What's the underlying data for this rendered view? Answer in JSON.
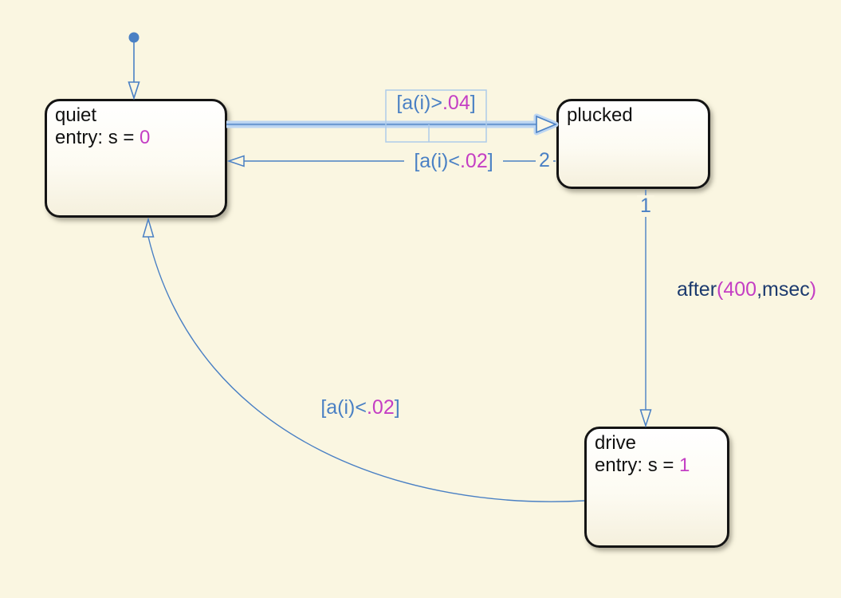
{
  "canvas": {
    "background_color": "#FAF6E1"
  },
  "colors": {
    "transition_blue": "#4A80C4",
    "keyword_navy": "#1C3A6E",
    "literal_magenta": "#C43EC4",
    "selection_highlight": "#BDD6F2",
    "state_border": "#141414",
    "state_fill_top": "#FFFFFF",
    "state_fill_bottom": "#F5F0DD"
  },
  "states": {
    "quiet": {
      "name": "quiet",
      "entry_prefix": "entry: s = ",
      "entry_value": "0"
    },
    "plucked": {
      "name": "plucked"
    },
    "drive": {
      "name": "drive",
      "entry_prefix": "entry: s = ",
      "entry_value": "1"
    }
  },
  "transitions": {
    "default_to_quiet": {
      "from": "initial-point",
      "to": "quiet"
    },
    "quiet_to_plucked": {
      "from": "quiet",
      "to": "plucked",
      "selected": true,
      "segments": [
        {
          "t": "[a(i)>"
        },
        {
          "t": ".04"
        },
        {
          "t": "]"
        }
      ]
    },
    "plucked_to_quiet": {
      "from": "plucked",
      "to": "quiet",
      "order": "2",
      "segments": [
        {
          "t": "[a(i)<"
        },
        {
          "t": ".02"
        },
        {
          "t": "]"
        }
      ]
    },
    "plucked_to_drive": {
      "from": "plucked",
      "to": "drive",
      "order": "1",
      "segments": [
        {
          "t": "after"
        },
        {
          "t": "(400"
        },
        {
          "t": ",msec"
        },
        {
          "t": ")"
        }
      ]
    },
    "drive_to_quiet": {
      "from": "drive",
      "to": "quiet",
      "segments": [
        {
          "t": "[a(i)<"
        },
        {
          "t": ".02"
        },
        {
          "t": "]"
        }
      ]
    }
  }
}
